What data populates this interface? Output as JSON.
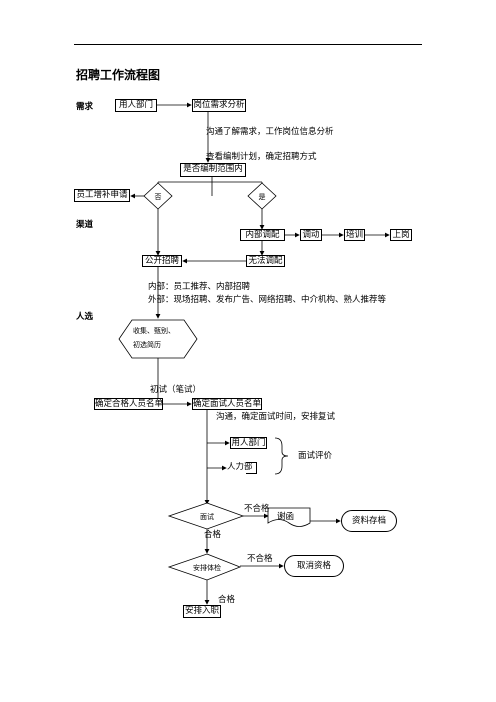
{
  "title": "招聘工作流程图",
  "sections": {
    "demand": "需求",
    "channel": "渠道",
    "selection": "人选"
  },
  "nodes": {
    "dept1": "用人部门",
    "analysis": "岗位需求分析",
    "in_plan": "是否编制范围内",
    "no": "否",
    "yes": "是",
    "staff_request": "员工增补申请",
    "internal_transfer": "内部调配",
    "rotation": "调动",
    "training": "培训",
    "onboard_post": "上岗",
    "public_recruit": "公开招聘",
    "cannot_transfer": "无法调配",
    "collect": "收集、甄别、",
    "screen": "初选简历",
    "qualified_list": "确定合格人员名单",
    "interview_list": "确定面试人员名单",
    "dept2": "用人部门",
    "hr": "人力部",
    "interview": "面试",
    "reject_letter": "谢函",
    "archive": "资料存档",
    "medical": "安排体检",
    "cancel": "取消资格",
    "onboard": "安排入职"
  },
  "notes": {
    "communicate_analysis": "沟通了解需求，工作岗位信息分析",
    "check_plan": "查看编制计划，确定招聘方式",
    "internal_way": "内部：员工推荐、内部招聘",
    "external_way": "外部：现场招聘、发布广告、网络招聘、中介机构、熟人推荐等",
    "first_test": "初试（笔试）",
    "communicate_time": "沟通，确定面试时间，安排复试",
    "evaluation": "面试评价",
    "fail1": "不合格",
    "pass1": "合格",
    "fail2": "不合格",
    "pass2": "合格"
  }
}
